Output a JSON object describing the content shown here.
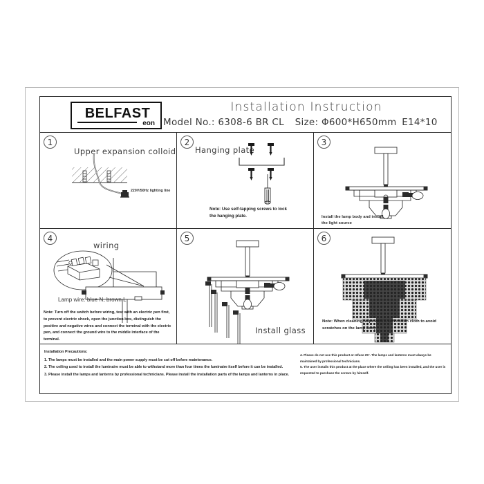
{
  "document": {
    "title": "Installation Instruction",
    "brand": {
      "name": "BELFAST",
      "sub": "eon"
    },
    "model_label": "Model No.: 6308-6 BR CL",
    "size_label": "Size: Φ600*H650mm",
    "socket_label": "E14*10"
  },
  "steps": [
    {
      "number": "1",
      "caption": "Upper expansion colloid",
      "annotation": "220V/50Hz lighting line",
      "note": ""
    },
    {
      "number": "2",
      "caption": "Hanging plate",
      "annotation": "",
      "note": "Note: Use self-tapping screws to lock the hanging plate."
    },
    {
      "number": "3",
      "caption": "",
      "annotation": "",
      "note": "Install the lamp body and install the light source"
    },
    {
      "number": "4",
      "caption": "wiring",
      "annotation": "Lamp wire: blue N, brown L",
      "note": "Note: Turn off the switch before wiring, test with an electric pen first, to prevent electric shock, open the junction box, distinguish the positive and negative wires and connect the terminal with the electric pen, and connect the ground wire to the middle interface of the terminal."
    },
    {
      "number": "5",
      "caption": "Install glass",
      "annotation": "",
      "note": ""
    },
    {
      "number": "6",
      "caption": "",
      "annotation": "",
      "note": "Note: When cleaning, wipe with a soft cotton cloth to avoid scratches on the lamp body"
    }
  ],
  "precautions": {
    "heading": "Installation Precautions:",
    "left_items": [
      "1. The lamps must be installed and the main power supply must be cut off before maintenance.",
      "2. The ceiling used to install the luminaire must be able to withstand more than four times the luminaire itself before it can be installed.",
      "3. Please install the lamps and lanterns by professional technicians. Please install the installation parts of the lamps and lanterns in place."
    ],
    "right_items": [
      "4. Please do not use this product at refuse 25°. The lamps and lanterns must always be maintained by professional technicians.",
      "5. The user installs this product at the place where the ceiling has been installed, and the user is requested to purchase the screws by himself."
    ]
  },
  "colors": {
    "ink": "#2a2a2a",
    "frame": "#b9b9b9",
    "text": "#3a3a3a",
    "hatch": "#555555"
  }
}
